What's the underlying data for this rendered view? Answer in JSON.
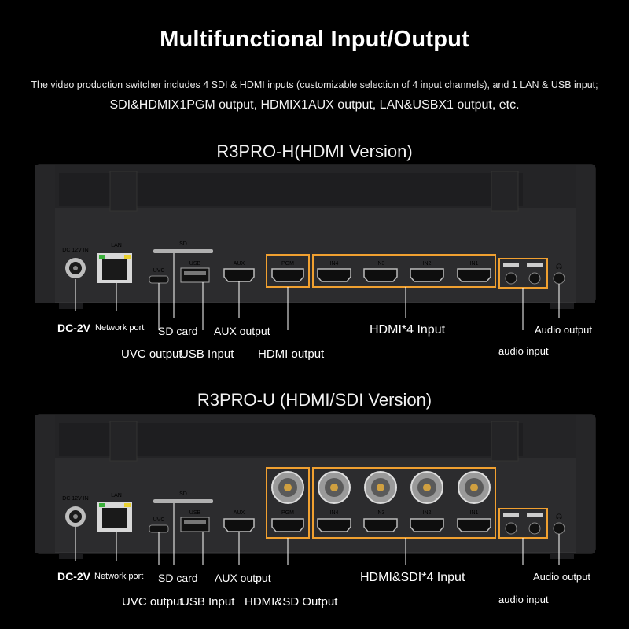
{
  "header": {
    "title": "Multifunctional Input/Output",
    "desc_line1": "The video production switcher includes 4 SDI & HDMI inputs (customizable selection of 4 input channels), and 1 LAN & USB input;",
    "desc_line2": "SDI&HDMIX1PGM output, HDMIX1AUX output, LAN&USBX1 output, etc."
  },
  "panel_h": {
    "title": "R3PRO-H(HDMI Version)",
    "port_labels": {
      "dc": "DC 12V IN",
      "lan": "LAN",
      "sd": "SD",
      "uvc": "UVC",
      "usb": "USB",
      "aux": "AUX",
      "pgm": "PGM",
      "in4": "IN4",
      "in3": "IN3",
      "in2": "IN2",
      "in1": "IN1"
    },
    "callouts": {
      "dc": "DC-2V",
      "network": "Network port",
      "sd_card": "SD card",
      "aux_output": "AUX output",
      "hdmi_input": "HDMI*4 Input",
      "audio_output": "Audio output",
      "uvc_output": "UVC output",
      "usb_input": "USB Input",
      "hdmi_output": "HDMI output",
      "audio_input": "audio input"
    }
  },
  "panel_u": {
    "title": "R3PRO-U (HDMI/SDI Version)",
    "port_labels": {
      "dc": "DC 12V IN",
      "lan": "LAN",
      "sd": "SD",
      "uvc": "UVC",
      "usb": "USB",
      "aux": "AUX",
      "pgm": "PGM",
      "in4": "IN4",
      "in3": "IN3",
      "in2": "IN2",
      "in1": "IN1"
    },
    "callouts": {
      "dc": "DC-2V",
      "network": "Network port",
      "sd_card": "SD card",
      "aux_output": "AUX output",
      "hdmi_input": "HDMI&SDI*4 Input",
      "audio_output": "Audio output",
      "uvc_output": "UVC output",
      "usb_input": "USB Input",
      "hdmi_output": "HDMI&SD Output",
      "audio_input": "audio input"
    }
  },
  "colors": {
    "highlight": "#f0a030",
    "device_body": "#2c2c2e",
    "background": "#000000"
  }
}
